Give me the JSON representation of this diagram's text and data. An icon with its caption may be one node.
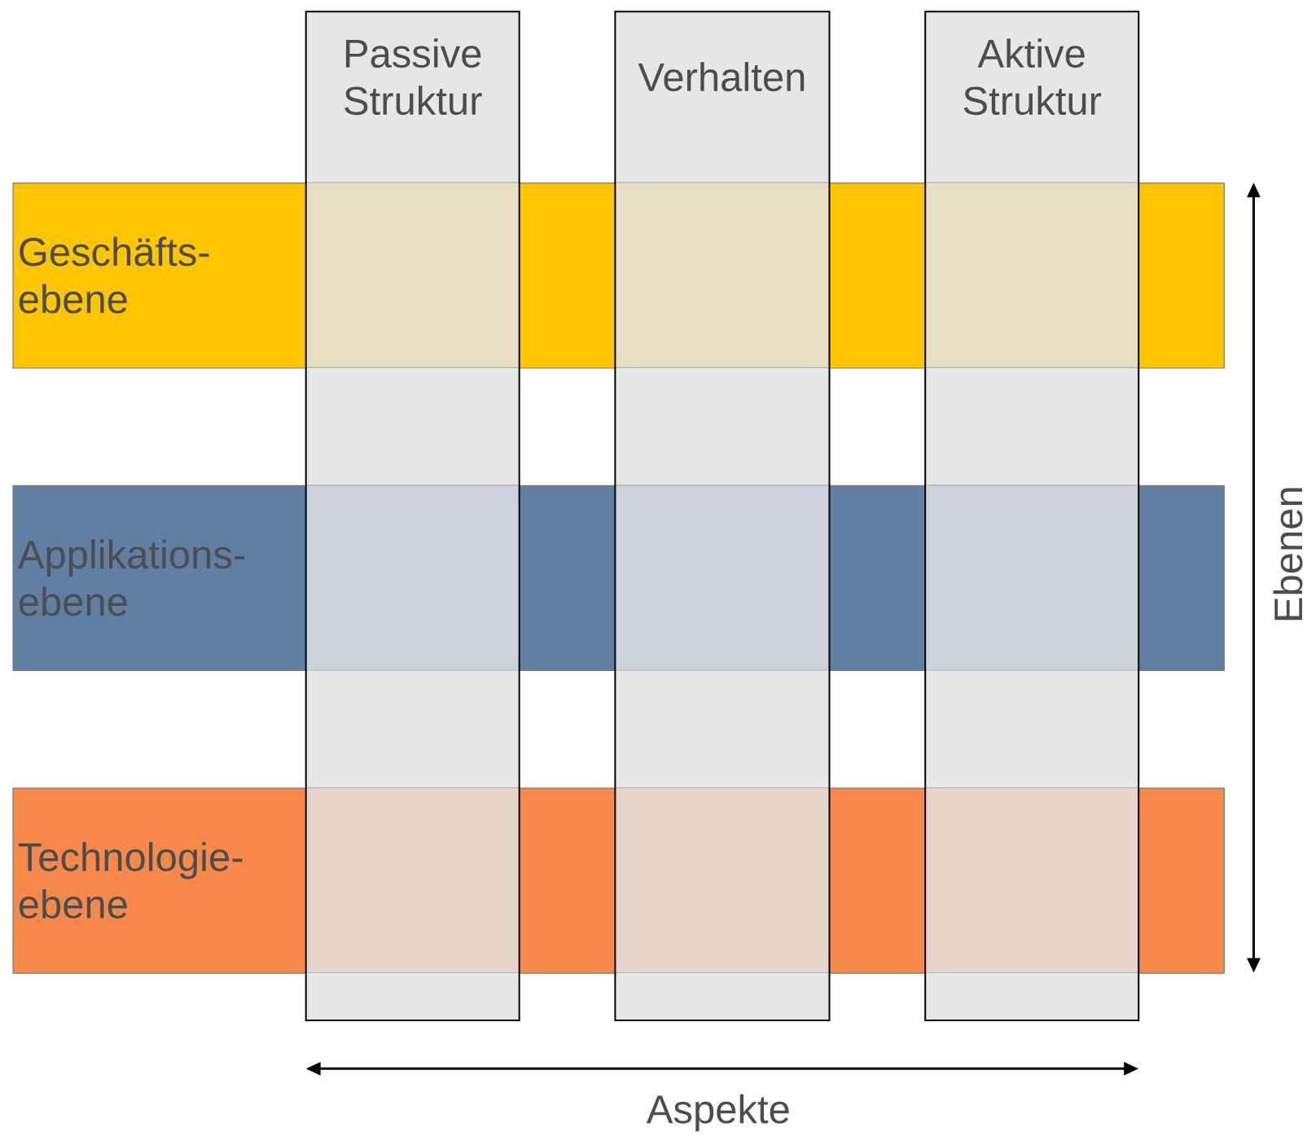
{
  "diagram": {
    "nodes": [
      {
        "text": [
          "Passive Struktur"
        ]
      },
      {
        "text": [
          "Verhalten"
        ]
      },
      {
        "text": [
          "Aktive Struktur"
        ]
      },
      {
        "text": [
          "Geschäfts- ebene"
        ]
      },
      {
        "text": [
          "Applikations- ebene"
        ]
      },
      {
        "text": [
          "Technologie- ebene"
        ]
      }
    ],
    "labels": [
      "Ebenen",
      "Aspekte"
    ]
  }
}
